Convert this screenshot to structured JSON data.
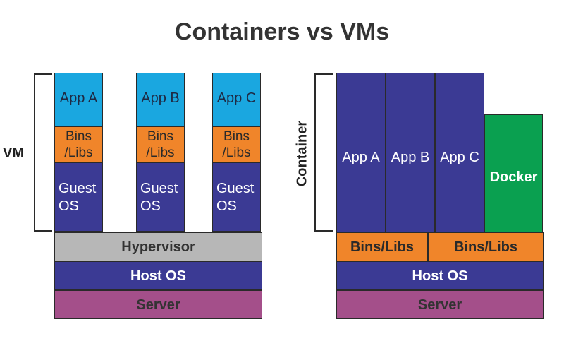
{
  "title": "Containers vs VMs",
  "vm": {
    "label": "VM",
    "columns": [
      {
        "app": "App A",
        "bins": "Bins\n/Libs",
        "guest": "Guest\nOS"
      },
      {
        "app": "App B",
        "bins": "Bins\n/Libs",
        "guest": "Guest\nOS"
      },
      {
        "app": "App C",
        "bins": "Bins\n/Libs",
        "guest": "Guest\nOS"
      }
    ],
    "hypervisor": "Hypervisor",
    "host_os": "Host OS",
    "server": "Server"
  },
  "container": {
    "label": "Container",
    "apps": [
      "App A",
      "App B",
      "App C"
    ],
    "docker": "Docker",
    "bins_left": "Bins/Libs",
    "bins_right": "Bins/Libs",
    "host_os": "Host OS",
    "server": "Server"
  }
}
